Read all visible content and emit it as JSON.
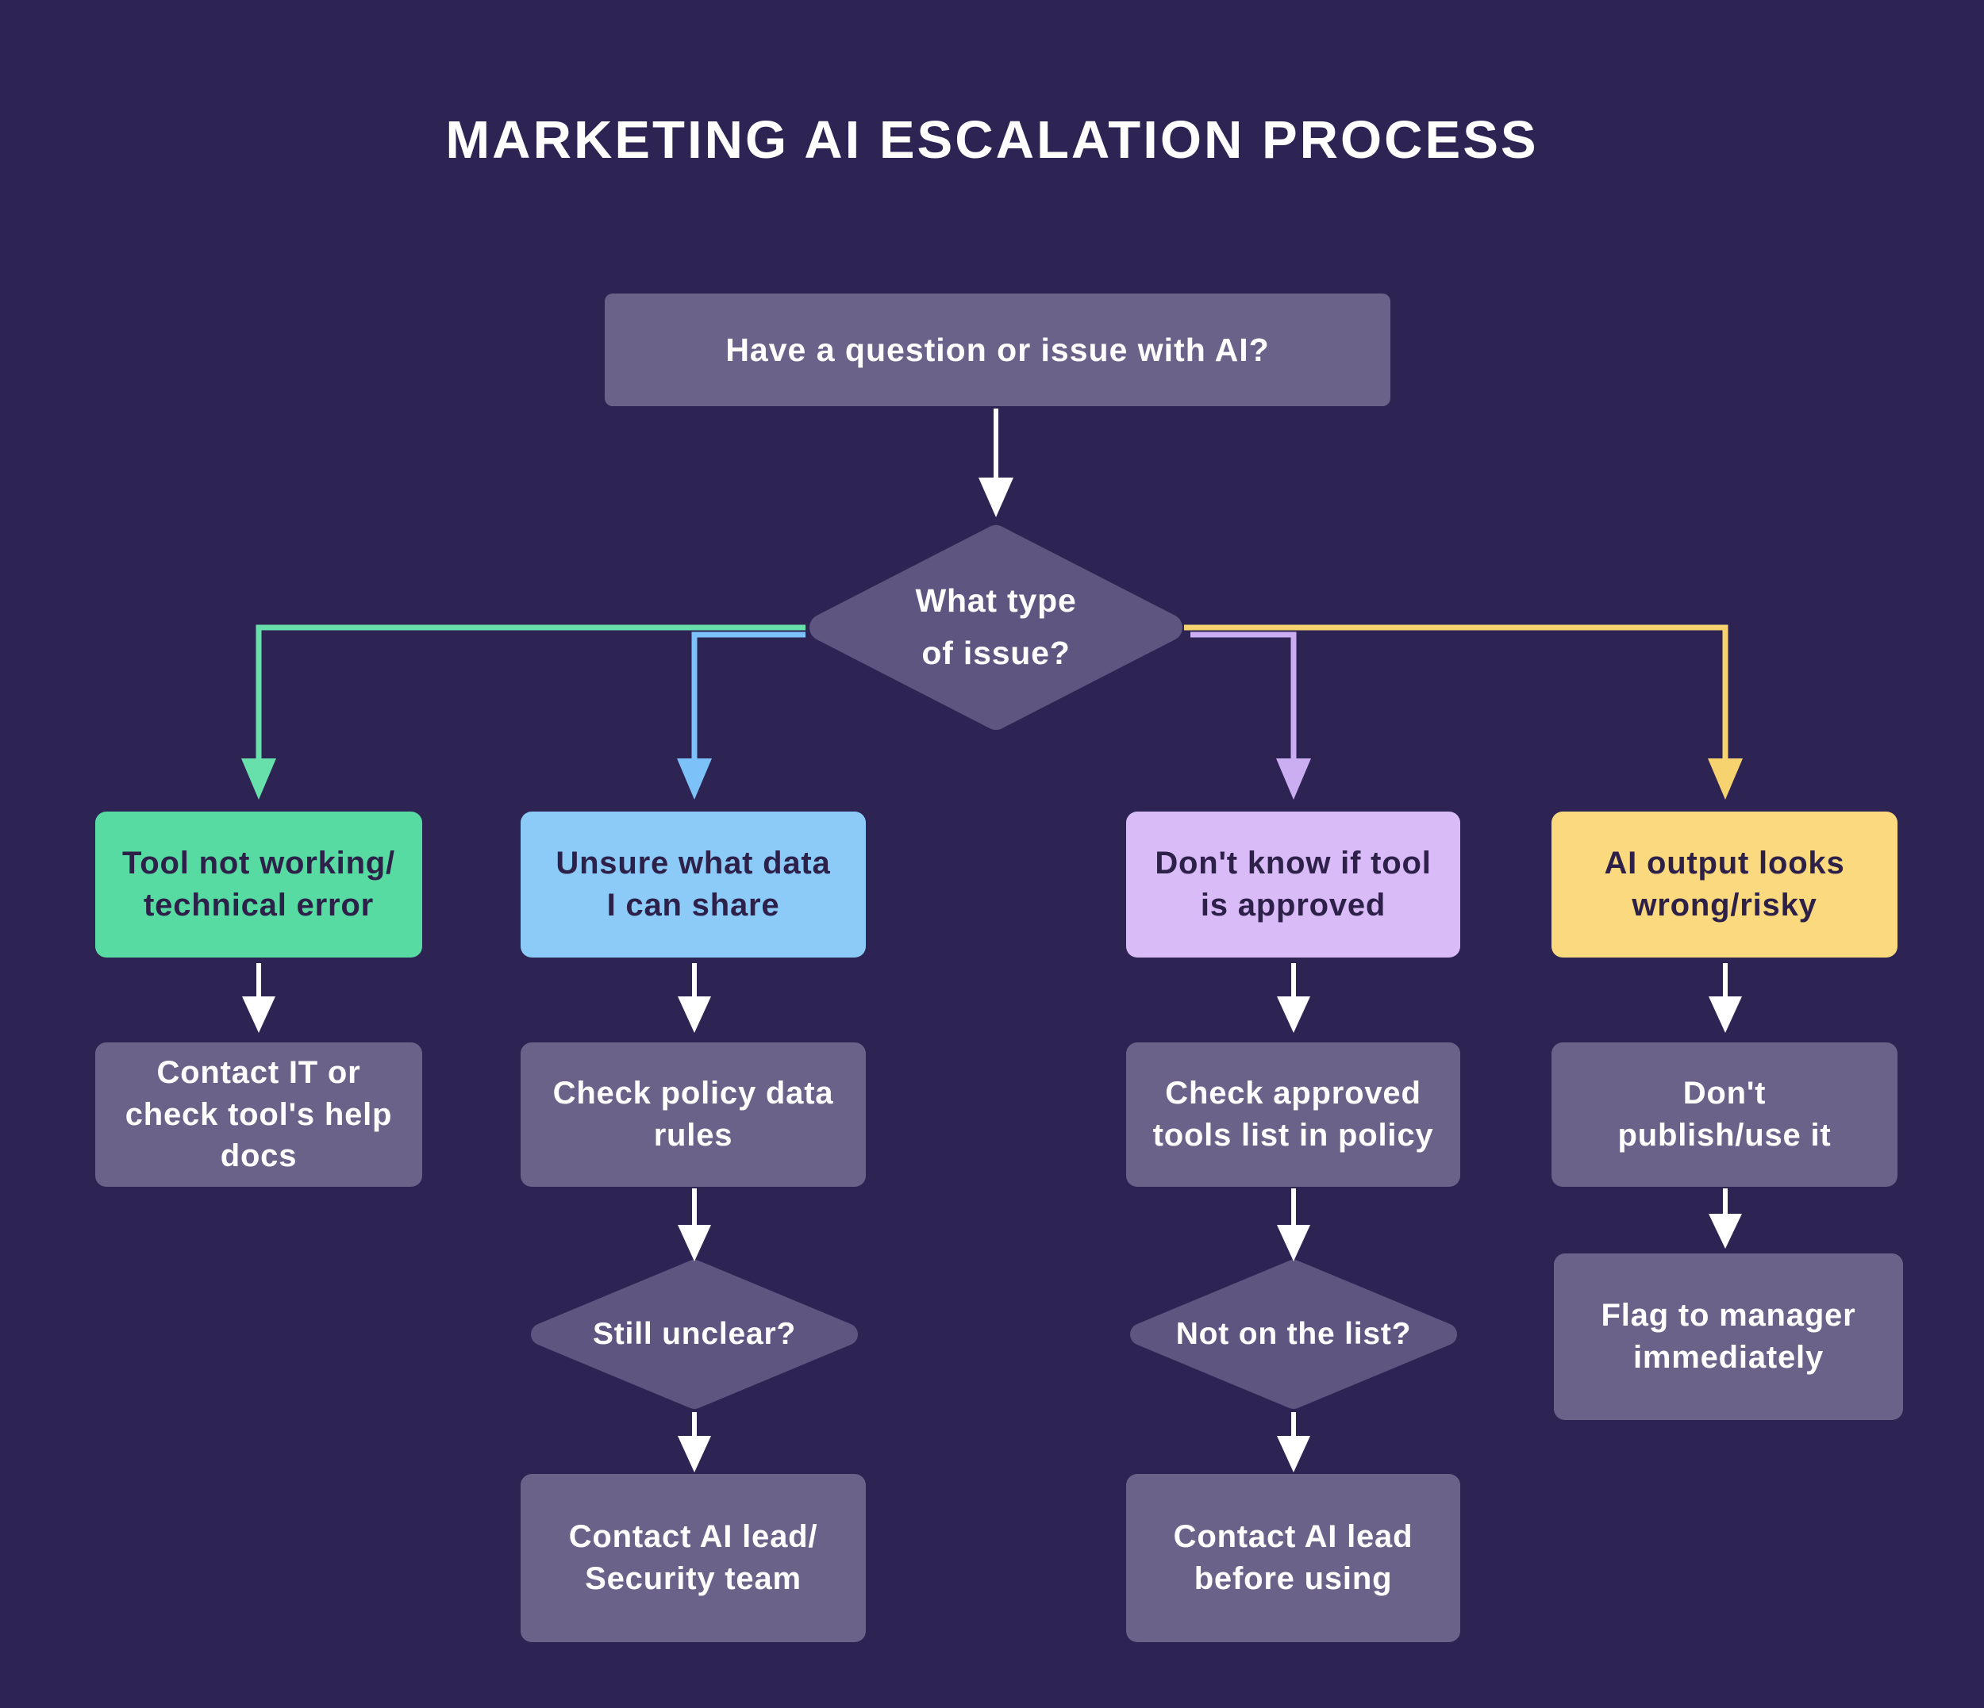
{
  "title": "MARKETING AI ESCALATION PROCESS",
  "colors": {
    "background": "#2e2453",
    "node_gray": "#6a6288",
    "diamond_gray": "#5e5680",
    "branch_green": "#57dba2",
    "branch_blue": "#8ccaf8",
    "branch_purple": "#d9bbf8",
    "branch_yellow": "#fbd97e",
    "connector_green": "#68e0ab",
    "connector_blue": "#7cc1f7",
    "connector_purple": "#cbadf2",
    "connector_yellow": "#f6d36e",
    "arrow_white": "#ffffff",
    "text_light": "#ffffff",
    "text_dark": "#2d2149"
  },
  "nodes": {
    "start": {
      "label": "Have a question or issue with AI?"
    },
    "decision_type": {
      "line1": "What type",
      "line2": "of issue?"
    },
    "branch_tool": {
      "line1": "Tool not working/",
      "line2": "technical error"
    },
    "branch_data": {
      "line1": "Unsure what data",
      "line2": "I can share"
    },
    "branch_approved": {
      "line1": "Don't know if tool",
      "line2": "is approved"
    },
    "branch_output": {
      "line1": "AI output looks",
      "line2": "wrong/risky"
    },
    "action_contact_it": {
      "line1": "Contact IT or",
      "line2": "check tool's help",
      "line3": "docs"
    },
    "action_check_policy": {
      "line1": "Check policy data",
      "line2": "rules"
    },
    "action_check_tools": {
      "line1": "Check approved",
      "line2": "tools list in policy"
    },
    "action_dont_publish": {
      "line1": "Don't",
      "line2": "publish/use it"
    },
    "decision_unclear": {
      "label": "Still unclear?"
    },
    "decision_not_on_list": {
      "label": "Not on the list?"
    },
    "action_contact_security": {
      "line1": "Contact AI lead/",
      "line2": "Security team"
    },
    "action_contact_before": {
      "line1": "Contact AI lead",
      "line2": "before using"
    },
    "action_flag_manager": {
      "line1": "Flag to manager",
      "line2": "immediately"
    }
  }
}
